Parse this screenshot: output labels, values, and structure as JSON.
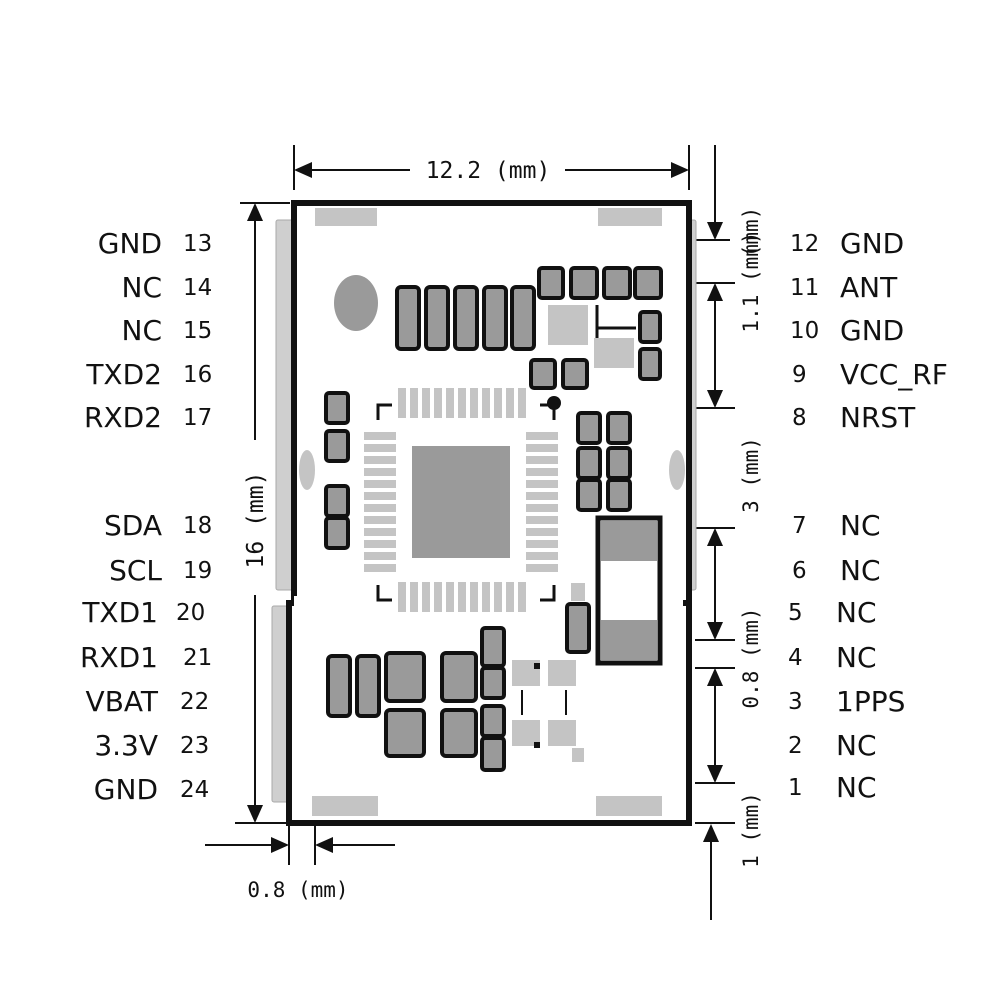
{
  "dimensions": {
    "width": "12.2 (mm)",
    "height": "16 (mm)",
    "pin_pitch": "1.1 (mm)",
    "group_gap": "3 (mm)",
    "top_margin": "(mm)",
    "pad_width": "0.8 (mm)",
    "right_pad_width": "0.8 (mm)",
    "bottom_margin": "1 (mm)"
  },
  "left_pins": [
    {
      "name": "GND",
      "num": "13"
    },
    {
      "name": "NC",
      "num": "14"
    },
    {
      "name": "NC",
      "num": "15"
    },
    {
      "name": "TXD2",
      "num": "16"
    },
    {
      "name": "RXD2",
      "num": "17"
    },
    {
      "name": "SDA",
      "num": "18"
    },
    {
      "name": "SCL",
      "num": "19"
    },
    {
      "name": "TXD1",
      "num": "20"
    },
    {
      "name": "RXD1",
      "num": "21"
    },
    {
      "name": "VBAT",
      "num": "22"
    },
    {
      "name": "3.3V",
      "num": "23"
    },
    {
      "name": "GND",
      "num": "24"
    }
  ],
  "right_pins": [
    {
      "num": "12",
      "name": "GND"
    },
    {
      "num": "11",
      "name": "ANT"
    },
    {
      "num": "10",
      "name": "GND"
    },
    {
      "num": "9",
      "name": "VCC_RF"
    },
    {
      "num": "8",
      "name": "NRST"
    },
    {
      "num": "7",
      "name": "NC"
    },
    {
      "num": "6",
      "name": "NC"
    },
    {
      "num": "5",
      "name": "NC"
    },
    {
      "num": "4",
      "name": "NC"
    },
    {
      "num": "3",
      "name": "1PPS"
    },
    {
      "num": "2",
      "name": "NC"
    },
    {
      "num": "1",
      "name": "NC"
    }
  ]
}
